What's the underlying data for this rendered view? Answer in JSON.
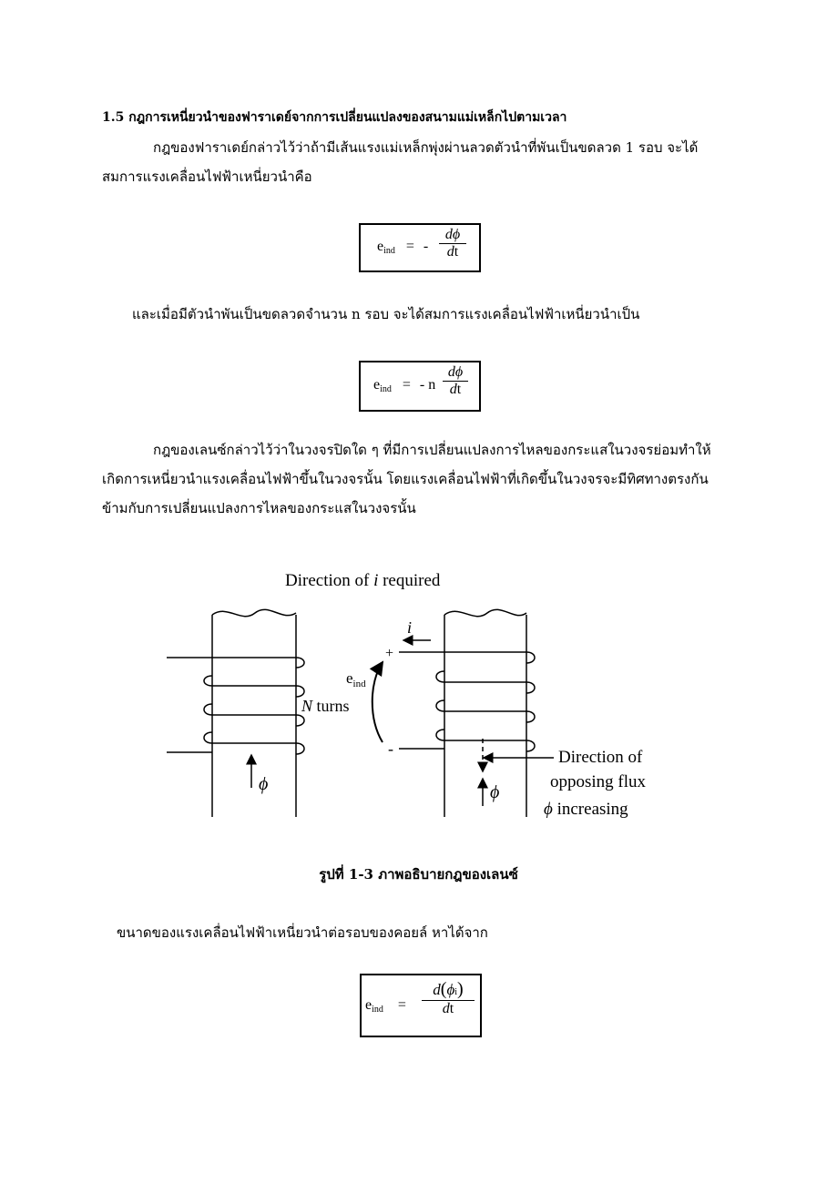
{
  "heading": "1.5 กฎการเหนี่ยวนำของฟาราเดย์จากการเปลี่ยนแปลงของสนามแม่เหล็กไปตามเวลา",
  "paragraph1": {
    "line1": "กฎของฟาราเดย์กล่าวไว้ว่าถ้ามีเส้นแรงแม่เหล็กพุ่งผ่านลวดตัวนำที่พันเป็นขดลวด 1 รอบ จะได้",
    "line2": "สมการแรงเคลื่อนไฟฟ้าเหนี่ยวนำคือ"
  },
  "eq1": {
    "lhs": "e",
    "sub": "ind",
    "eq": "=",
    "sign": "-",
    "num": "dϕ",
    "den_d": "d",
    "den_t": "t"
  },
  "paragraph2": "และเมื่อมีตัวนำพันเป็นขดลวดจำนวน n รอบ จะได้สมการแรงเคลื่อนไฟฟ้าเหนี่ยวนำเป็น",
  "eq2": {
    "lhs": "e",
    "sub": "ind",
    "eq": "=",
    "sign": "- n",
    "num": "dϕ",
    "den_d": "d",
    "den_t": "t"
  },
  "paragraph3": {
    "line1": "กฎของเลนซ์กล่าวไว้ว่าในวงจรปิดใด ๆ ที่มีการเปลี่ยนแปลงการไหลของกระแสในวงจรย่อมทำให้",
    "line2": "เกิดการเหนี่ยวนำแรงเคลื่อนไฟฟ้าขึ้นในวงจรนั้น โดยแรงเคลื่อนไฟฟ้าที่เกิดขึ้นในวงจรจะมีทิศทางตรงกัน",
    "line3": "ข้ามกับการเปลี่ยนแปลงการไหลของกระแสในวงจรนั้น"
  },
  "figure": {
    "title_prefix": "Direction  of ",
    "title_var": "i",
    "title_suffix": " required",
    "current_label": "i",
    "plus": "+",
    "minus": "-",
    "emf_e": "e",
    "emf_sub": "ind",
    "turns_var": "N",
    "turns_label": " turns",
    "phi_left": "ϕ",
    "phi_right": "ϕ",
    "opposing_line1": "Direction of",
    "opposing_line2": "opposing flux",
    "increasing_phi": "ϕ",
    "increasing_text": "  increasing"
  },
  "caption": "รูปที่ 1-3 ภาพอธิบายกฎของเลนซ์",
  "paragraph4": "ขนาดของแรงเคลื่อนไฟฟ้าเหนี่ยวนำต่อรอบของคอยล์  หาได้จาก",
  "eq3": {
    "lhs": "e",
    "sub": "ind",
    "eq": "=",
    "num_d": "d",
    "num_phi": "ϕ",
    "num_i": "i",
    "den_d": "d",
    "den_t": "t"
  }
}
